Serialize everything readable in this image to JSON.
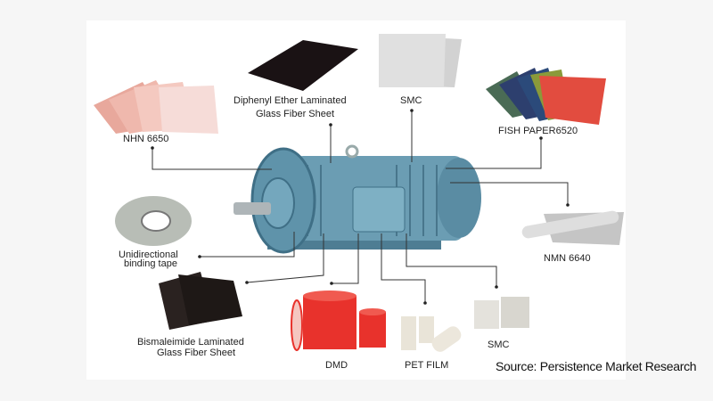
{
  "labels": {
    "nhn": "NHN 6650",
    "diphenyl_line1": "Diphenyl Ether Laminated",
    "diphenyl_line2": "Glass Fiber Sheet",
    "smc_top": "SMC",
    "fish": "FISH PAPER6520",
    "tape_line1": "Unidirectional",
    "tape_line2": "binding tape",
    "nmn": "NMN 6640",
    "bism_line1": "Bismaleimide Laminated",
    "bism_line2": "Glass Fiber Sheet",
    "dmd": "DMD",
    "pet": "PET FILM",
    "smc_bottom": "SMC"
  },
  "source": "Source: Persistence Market Research",
  "colors": {
    "motor": "#5d8fa6",
    "motor_dark": "#3f6f86",
    "dmd_red": "#e8322c",
    "line": "#333333"
  }
}
